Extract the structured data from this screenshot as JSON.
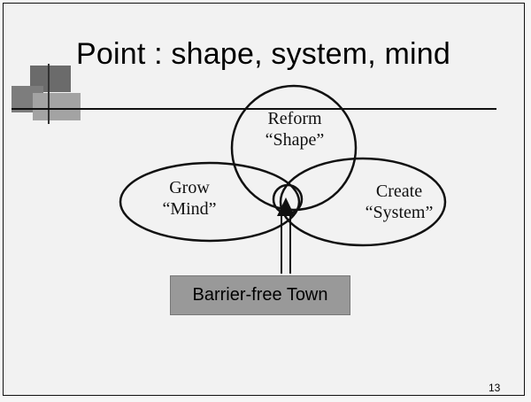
{
  "slide": {
    "title": "Point : shape, system, mind",
    "page_number": "13"
  },
  "diagram": {
    "circles": [
      {
        "id": "shape",
        "line1": "Reform",
        "line2": "“Shape”"
      },
      {
        "id": "mind",
        "line1": "Grow",
        "line2": "“Mind”"
      },
      {
        "id": "system",
        "line1": "Create",
        "line2": "“System”"
      }
    ],
    "base_label": "Barrier-free Town"
  },
  "colors": {
    "background": "#f2f2f2",
    "stroke": "#111111",
    "base_box": "#999999"
  }
}
